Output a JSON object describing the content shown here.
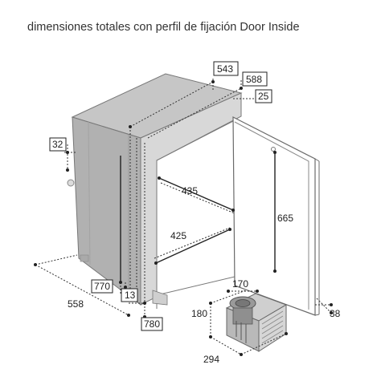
{
  "caption": "dimensiones totales con perfil de fijación Door Inside",
  "dimensions": {
    "d543": "543",
    "d588": "588",
    "d25": "25",
    "d32": "32",
    "d435": "435",
    "d665": "665",
    "d425": "425",
    "d770": "770",
    "d13": "13",
    "d558": "558",
    "d780": "780",
    "d170": "170",
    "d180": "180",
    "d38": "38",
    "d294": "294"
  },
  "colors": {
    "cabinet_side": "#b4b4b4",
    "cabinet_top": "#c4c4c4",
    "cabinet_front": "#d9d9d9",
    "dim_line": "#222222",
    "dotted_line": "#333333"
  }
}
